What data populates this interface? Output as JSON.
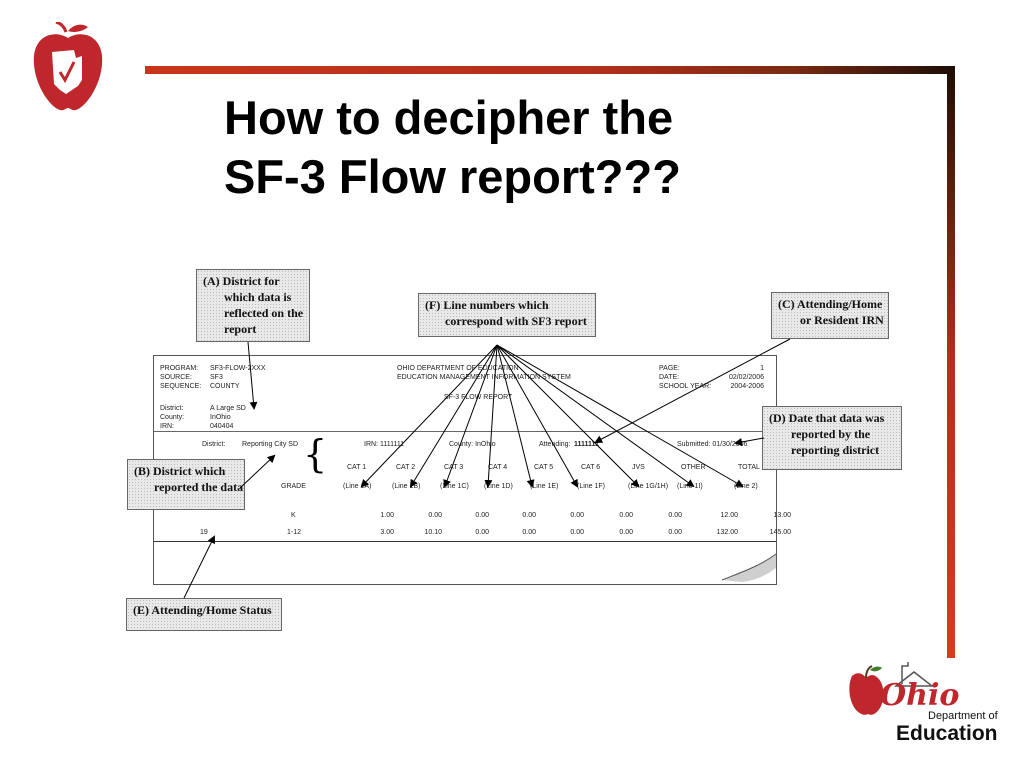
{
  "slide": {
    "title_lines": [
      "How to decipher the",
      "SF-3 Flow report???"
    ]
  },
  "logo_top_left": {
    "name": "ohio-apple-logo"
  },
  "logo_bottom_right": {
    "script_text": "Ohio",
    "line1": "Department of",
    "line2": "Education"
  },
  "report": {
    "header_left": {
      "labels": [
        "PROGRAM:",
        "SOURCE:",
        "SEQUENCE:"
      ],
      "values": [
        "SF3-FLOW-2XXX",
        "SF3",
        "COUNTY"
      ]
    },
    "header_center": [
      "OHIO DEPARTMENT OF EDUCATION",
      "EDUCATION MANAGEMENT INFORMATION SYSTEM",
      "SF-3 FLOW REPORT"
    ],
    "header_right": {
      "labels": [
        "PAGE:",
        "DATE:",
        "SCHOOL YEAR:"
      ],
      "values": [
        "1",
        "02/02/2006",
        "2004-2006"
      ]
    },
    "district_block": {
      "labels": [
        "District:",
        "County:",
        "IRN:"
      ],
      "values": [
        "A Large SD",
        "InOhio",
        "040404"
      ]
    },
    "summary_line": {
      "district_label": "District:",
      "district_value": "Reporting City SD",
      "irn": "IRN: 1111111",
      "county": "County: InOhio",
      "attending_label": "Attending:",
      "attending_value": "1111111",
      "submitted": "Submitted: 01/30/2006"
    },
    "grade_label": "GRADE",
    "columns": [
      {
        "name": "CAT 1",
        "line": "(Line 1A)"
      },
      {
        "name": "CAT 2",
        "line": "(Line 1B)"
      },
      {
        "name": "CAT 3",
        "line": "(Line 1C)"
      },
      {
        "name": "CAT 4",
        "line": "(Line 1D)"
      },
      {
        "name": "CAT 5",
        "line": "(Line 1E)"
      },
      {
        "name": "CAT 6",
        "line": "(Line 1F)"
      },
      {
        "name": "JVS",
        "line": "(Line 1G/1H)"
      },
      {
        "name": "OTHER",
        "line": "(Line 1I)"
      },
      {
        "name": "TOTAL",
        "line": "(Line 2)"
      }
    ],
    "rows": [
      {
        "status": "",
        "grade": "K",
        "values": [
          "1.00",
          "0.00",
          "0.00",
          "0.00",
          "0.00",
          "0.00",
          "0.00",
          "12.00",
          "13.00"
        ]
      },
      {
        "status": "19",
        "grade": "1-12",
        "values": [
          "3.00",
          "10.10",
          "0.00",
          "0.00",
          "0.00",
          "0.00",
          "0.00",
          "132.00",
          "145.00"
        ]
      }
    ]
  },
  "callouts": {
    "a": [
      "(A)  District for",
      "which data is",
      "reflected on the",
      "report"
    ],
    "b": [
      "(B)  District which",
      "reported the data"
    ],
    "c": [
      "(C)  Attending/Home",
      "or Resident IRN"
    ],
    "d": [
      "(D)  Date that data was",
      "reported by the",
      "reporting district"
    ],
    "e": [
      "(E)  Attending/Home Status"
    ],
    "f": [
      "(F)  Line numbers which",
      "correspond with SF3 report"
    ]
  },
  "colors": {
    "accent_bar": "#c8361a",
    "dark_bar": "#1d0e06",
    "apple_red": "#c0272d"
  }
}
